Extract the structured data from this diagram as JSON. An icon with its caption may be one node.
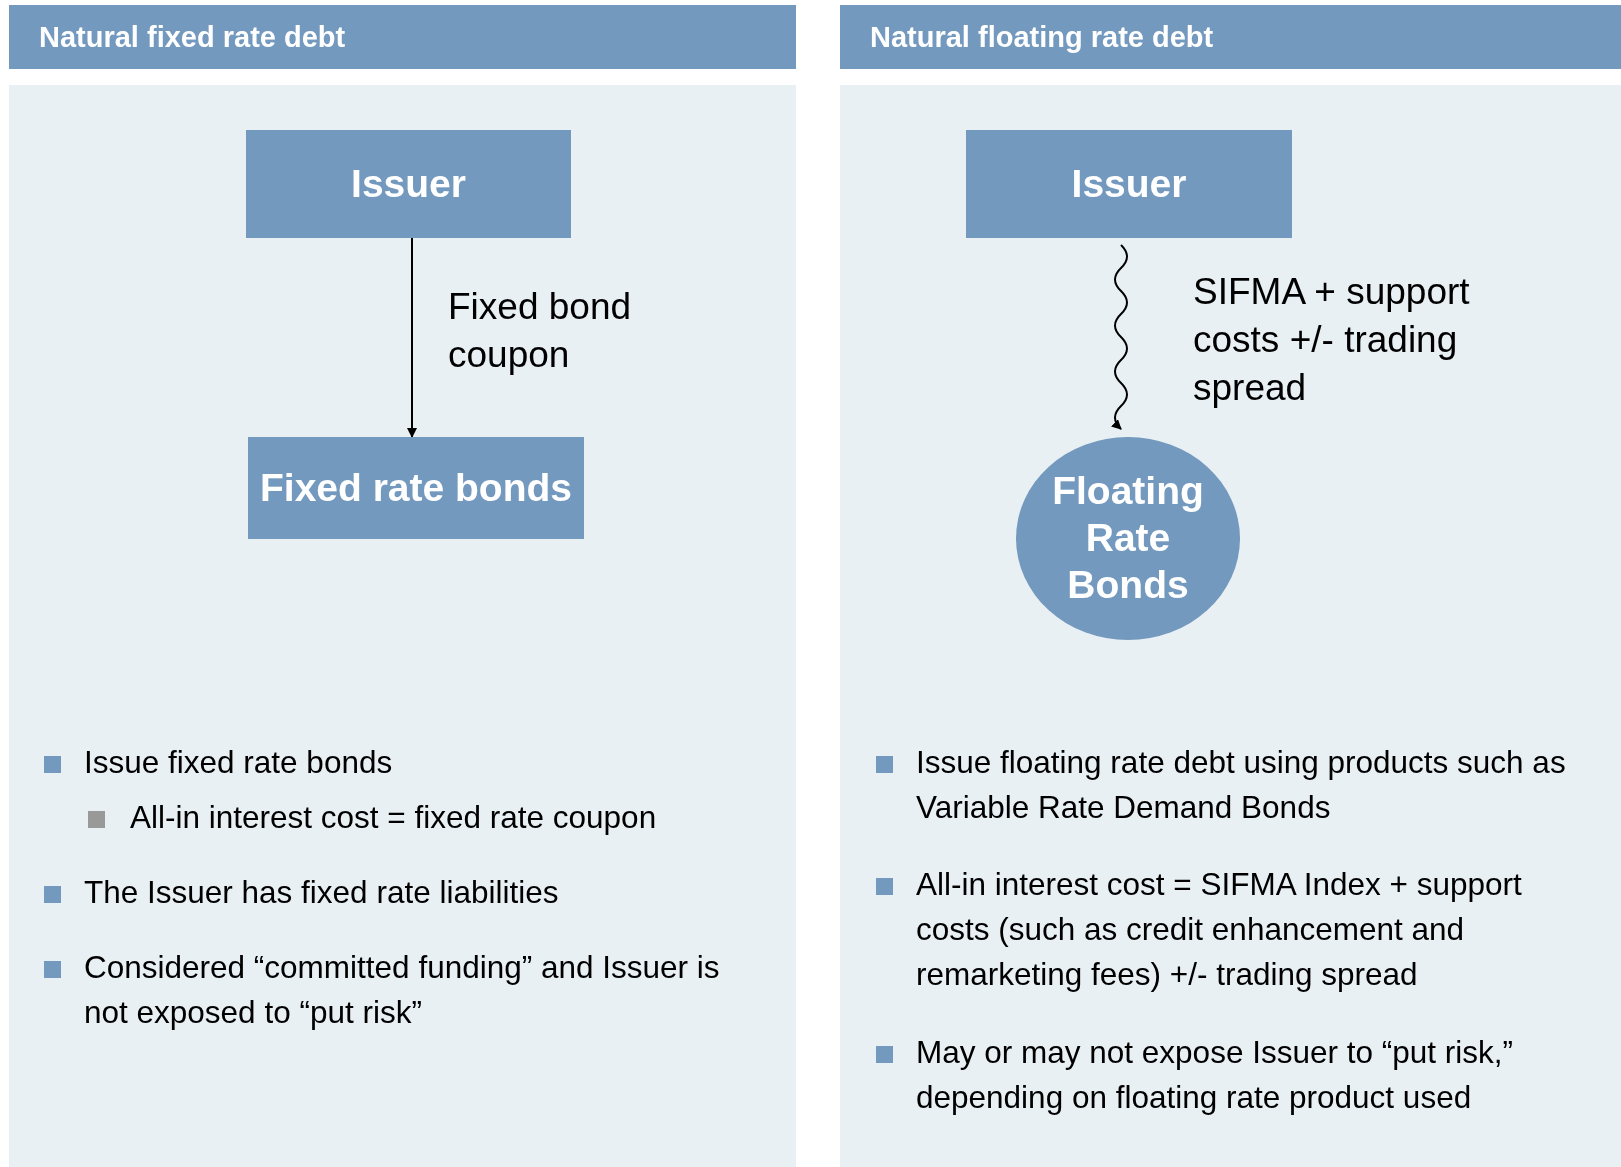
{
  "diagram": {
    "nodes": [
      {
        "text": [
          "Natural fixed rate debt"
        ]
      },
      {
        "text": [
          "Issuer"
        ]
      },
      {
        "text": [
          "Fixed rate bonds"
        ]
      },
      {
        "text": [
          "Natural floating rate debt"
        ]
      },
      {
        "text": [
          "Issuer"
        ]
      },
      {
        "text": [
          "Floating Rate Bonds"
        ]
      }
    ],
    "edges": [
      {
        "from": 1,
        "to": 2,
        "arrow": "to",
        "label": "Fixed bond coupon"
      },
      {
        "from": 4,
        "to": 5,
        "arrow": "to",
        "label": "SIFMA + support costs +/- trading spread"
      }
    ],
    "labels": [
      "Issue fixed rate bonds",
      "All-in interest cost = fixed rate coupon",
      "The Issuer has fixed rate liabilities",
      "Considered “committed funding” and Issuer is not exposed to “put risk”",
      "Issue floating rate debt using products such as Variable Rate Demand Bonds",
      "All-in interest cost = SIFMA Index + support costs (such as credit enhancement and remarketing fees) +/- trading spread",
      "May or may not expose Issuer to “put risk,” depending on floating rate product used"
    ]
  }
}
